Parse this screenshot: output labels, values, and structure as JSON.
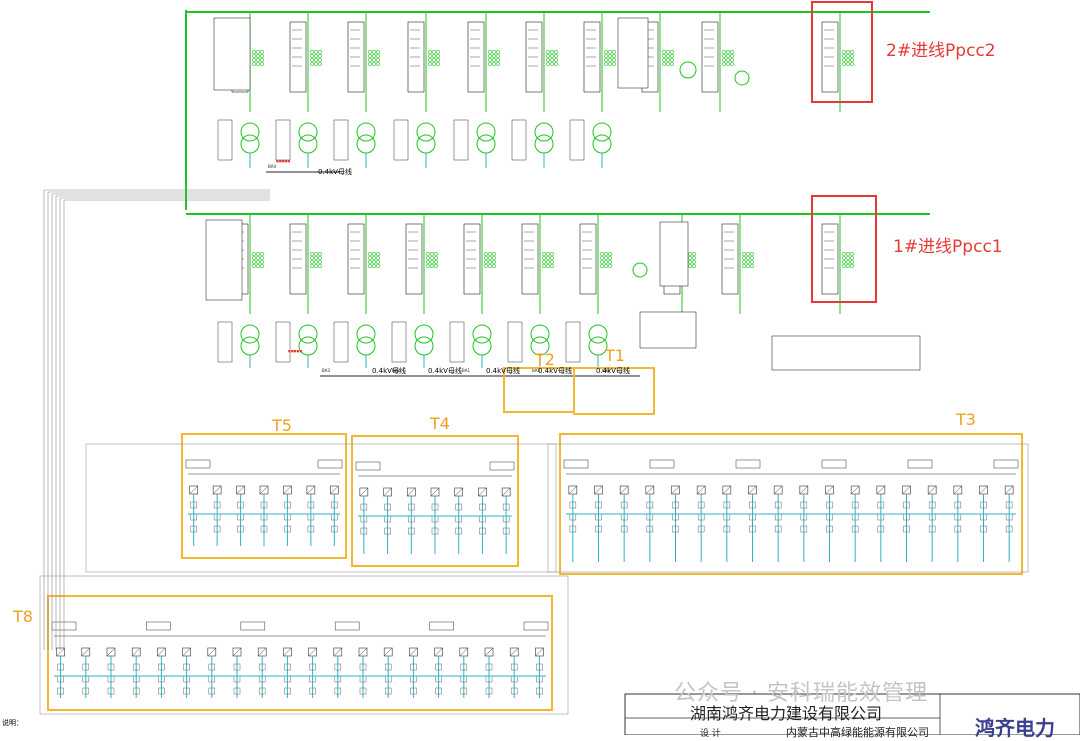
{
  "annotations": {
    "ppcc2": "2#进线Ppcc2",
    "ppcc1": "1#进线Ppcc1",
    "zones": [
      "T1",
      "T2",
      "T3",
      "T4",
      "T5",
      "T8"
    ]
  },
  "busbar_labels": {
    "upper_low_voltage": "0.4kV母线",
    "lower_low_voltage": [
      "0.4kV母线",
      "0.4kV母线",
      "0.4kV母线",
      "0.4kV母线",
      "0.4kV母线"
    ]
  },
  "title_block": {
    "company": "湖南鸿齐电力建设有限公司",
    "client": "内蒙古中高绿能能源有限公司",
    "design_label": "设 计",
    "logo_text": "鸿齐电力"
  },
  "watermark": "公众号 · 安科瑞能效管理",
  "notes_label": "说明：",
  "colors": {
    "equipment_green": "#1fc41f",
    "zone_orange": "#f5b731",
    "ppcc_red": "#e53935",
    "cable_cyan": "#2bb5c7",
    "line_black": "#222222"
  }
}
